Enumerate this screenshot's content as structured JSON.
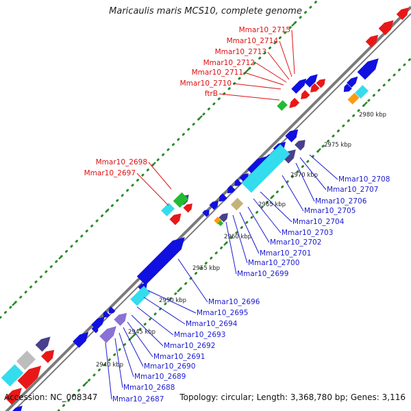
{
  "title": "Maricaulis maris MCS10, complete genome",
  "footer": {
    "accession": "Accession: NC_008347",
    "summary": "Topology: circular; Length: 3,368,780 bp; Genes: 3,116"
  },
  "colors": {
    "blue": "#1010e0",
    "dark_blue": "#48408c",
    "cyan": "#33ddee",
    "red": "#e81818",
    "green": "#22bb33",
    "orange": "#ff9a10",
    "grey": "#bdbdbd",
    "purple": "#8a72d4",
    "khaki": "#c4b27a",
    "backbone": "#7a7a7a",
    "scale_green": "#2a8a2a",
    "label_blue": "#1a1ad0",
    "label_red": "#dd1111"
  },
  "scale_labels": [
    "2940 kbp",
    "2945 kbp",
    "2950 kbp",
    "2955 kbp",
    "2960 kbp",
    "2965 kbp",
    "2970 kbp",
    "2975 kbp",
    "2980 kbp"
  ],
  "red_labels": [
    "Mmar10_2715",
    "Mmar10_2714",
    "Mmar10_2713",
    "Mmar10_2712",
    "Mmar10_2711",
    "Mmar10_2710",
    "ftrB",
    "Mmar10_2698",
    "Mmar10_2697"
  ],
  "blue_labels": [
    "Mmar10_2708",
    "Mmar10_2707",
    "Mmar10_2706",
    "Mmar10_2705",
    "Mmar10_2704",
    "Mmar10_2703",
    "Mmar10_2702",
    "Mmar10_2701",
    "Mmar10_2700",
    "Mmar10_2699",
    "Mmar10_2696",
    "Mmar10_2695",
    "Mmar10_2694",
    "Mmar10_2693",
    "Mmar10_2692",
    "Mmar10_2691",
    "Mmar10_2690",
    "Mmar10_2689",
    "Mmar10_2688",
    "Mmar10_2687"
  ]
}
